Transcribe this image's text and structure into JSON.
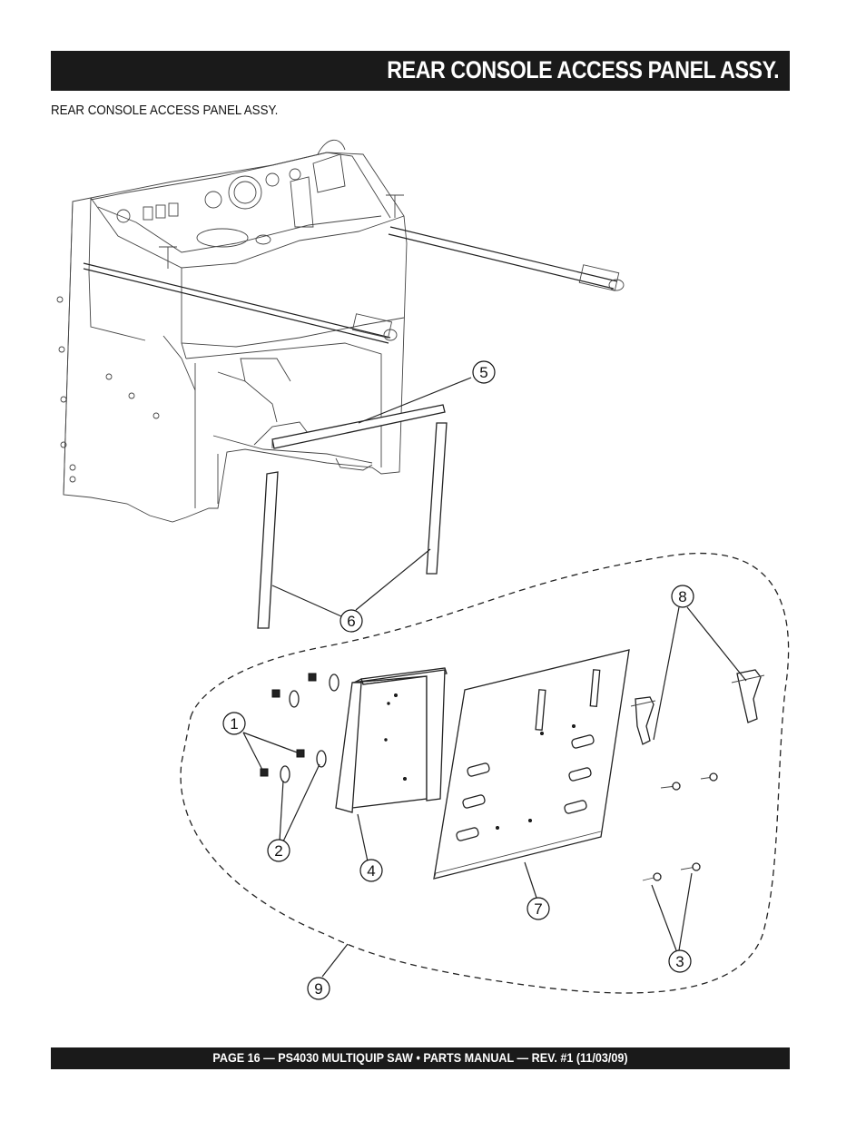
{
  "header": {
    "title": "REAR CONSOLE ACCESS PANEL ASSY."
  },
  "subtitle": "REAR CONSOLE ACCESS PANEL ASSY.",
  "callouts": {
    "c1": "1",
    "c2": "2",
    "c3": "3",
    "c4": "4",
    "c5": "5",
    "c6": "6",
    "c7": "7",
    "c8": "8",
    "c9": "9"
  },
  "footer": {
    "text": "PAGE 16 — PS4030 MULTIQUIP SAW • PARTS MANUAL — REV. #1 (11/03/09)"
  },
  "icons": [
    "machine-frame-drawing",
    "access-panel-drawing",
    "latch-icon",
    "screw-icon",
    "nut-icon",
    "washer-icon"
  ],
  "colors": {
    "bar": "#1a1a1a",
    "bar_text": "#ffffff",
    "line": "#222222"
  }
}
